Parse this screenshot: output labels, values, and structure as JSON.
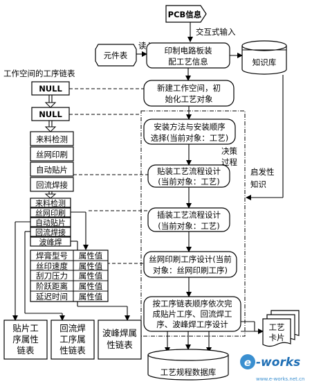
{
  "pcb_info": "PCB信息",
  "interactive_input": "交互式输入",
  "component_table": "元件表",
  "read_in": "读入",
  "pcb_process_info": [
    "印制电路板装",
    "配工艺信息"
  ],
  "knowledge_base": "知识库",
  "chain_title": "工作空间的工序链表",
  "null_label": "NULL",
  "step_new_workspace": [
    "新建工作空间，初",
    "始化工艺对象"
  ],
  "step_select_method": [
    "安装方法与安装顺序",
    "选择(当前对象：工艺)"
  ],
  "decision_process": [
    "决策",
    "过程"
  ],
  "heuristic_knowledge": [
    "启发性",
    "知识"
  ],
  "step_smt_design": [
    "贴装工艺流程设计",
    "(当前对象：工艺)"
  ],
  "step_insert_design": [
    "插装工艺流程设计",
    "(当前对象：工艺)"
  ],
  "step_screen_design": [
    "丝网印刷工序设计(当前",
    "对象：丝网印刷工序)"
  ],
  "step_chain_design": [
    "按工序链表顺序依次完",
    "成贴片工序、回流焊工",
    "序、波峰焊工序设计"
  ],
  "chain1": [
    "来料检测",
    "丝网印刷",
    "自动贴片",
    "回流焊接"
  ],
  "chain2": [
    "来料检测",
    "丝网印刷",
    "自动贴片",
    "回流焊接",
    "波峰焊"
  ],
  "attributes": [
    {
      "name": "焊膏型号",
      "value": "属性值"
    },
    {
      "name": "丝印速度",
      "value": "属性值"
    },
    {
      "name": "刮刀压力",
      "value": "属性值"
    },
    {
      "name": "阶跃距离",
      "value": "属性值"
    },
    {
      "name": "延迟时间",
      "value": "属性值"
    }
  ],
  "chip_attr_list": [
    "贴片工",
    "序属性",
    "链表"
  ],
  "reflow_attr_list": [
    "回流焊",
    "工序属",
    "性链表"
  ],
  "wave_attr_list": [
    "波峰焊属",
    "性链表"
  ],
  "process_card": [
    "工艺",
    "卡片"
  ],
  "process_db": "工艺规程数据库",
  "watermark": "e-works",
  "watermark_domain": "www.e-works.net.cn"
}
